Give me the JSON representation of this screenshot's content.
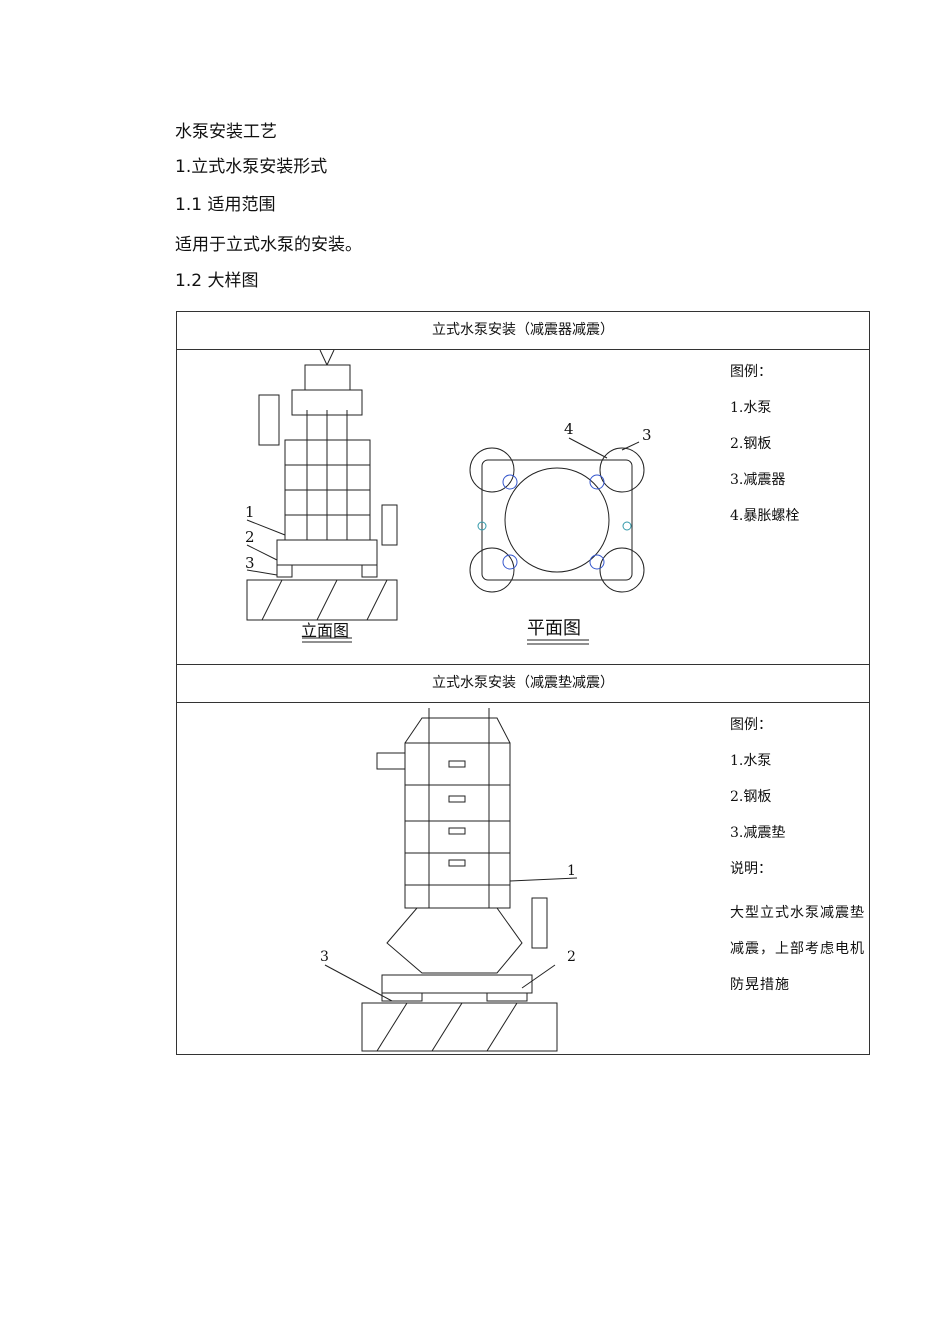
{
  "doc": {
    "title": "水泵安装工艺",
    "section1": "1.立式水泵安装形式",
    "section1_1": "1.1  适用范围",
    "para": "适用于立式水泵的安装。",
    "section1_2": "1.2  大样图"
  },
  "table": {
    "row1": {
      "title": "立式水泵安装（减震器减震）",
      "legend_title": "图例：",
      "legend": [
        "1.水泵",
        "2.钢板",
        "3.减震器",
        "4.暴胀螺栓"
      ],
      "elevation_label": "立面图",
      "plan_label": "平面图",
      "callouts": [
        "1",
        "2",
        "3",
        "4",
        "3"
      ]
    },
    "row2": {
      "title": "立式水泵安装（减震垫减震）",
      "legend_title": "图例：",
      "legend": [
        "1.水泵",
        "2.钢板",
        "3.减震垫"
      ],
      "note_title": "说明：",
      "note": "大型立式水泵减震垫减震，上部考虑电机防晃措施",
      "callouts": [
        "1",
        "3",
        "2"
      ]
    }
  }
}
